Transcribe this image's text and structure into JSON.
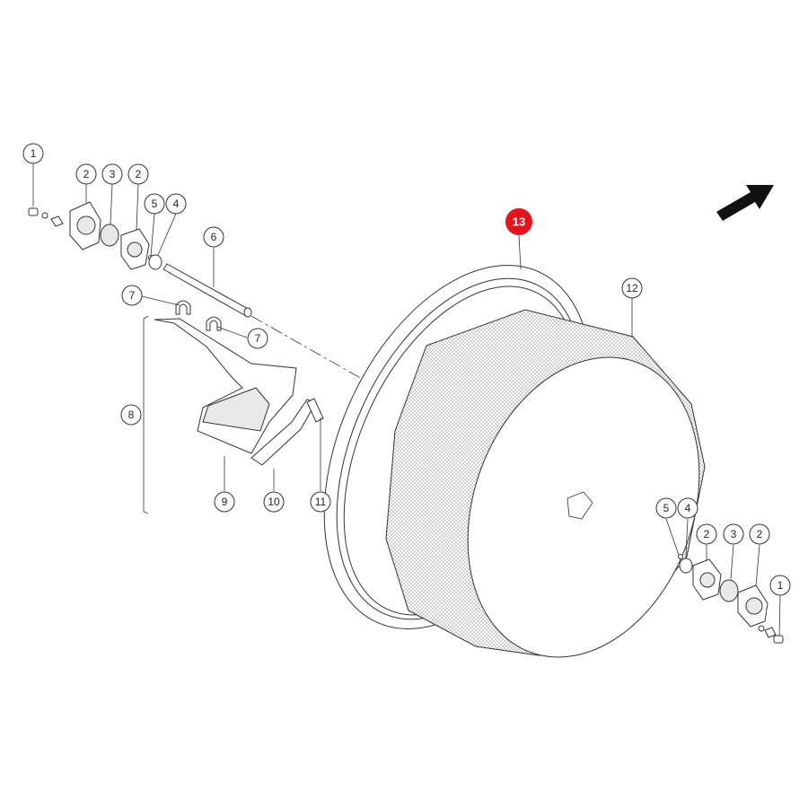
{
  "callouts": [
    {
      "id": "c1a",
      "label": "1"
    },
    {
      "id": "c2a",
      "label": "2"
    },
    {
      "id": "c3a",
      "label": "3"
    },
    {
      "id": "c2b",
      "label": "2"
    },
    {
      "id": "c5a",
      "label": "5"
    },
    {
      "id": "c4a",
      "label": "4"
    },
    {
      "id": "c6",
      "label": "6"
    },
    {
      "id": "c7a",
      "label": "7"
    },
    {
      "id": "c7b",
      "label": "7"
    },
    {
      "id": "c8",
      "label": "8"
    },
    {
      "id": "c9",
      "label": "9"
    },
    {
      "id": "c10",
      "label": "10"
    },
    {
      "id": "c11",
      "label": "11"
    },
    {
      "id": "c12",
      "label": "12"
    },
    {
      "id": "c5b",
      "label": "5"
    },
    {
      "id": "c4b",
      "label": "4"
    },
    {
      "id": "c2c",
      "label": "2"
    },
    {
      "id": "c3b",
      "label": "3"
    },
    {
      "id": "c2d",
      "label": "2"
    },
    {
      "id": "c1b",
      "label": "1"
    }
  ],
  "highlight": {
    "label": "13",
    "color": "#e3141b"
  },
  "colors": {
    "line": "#333333",
    "mesh": "#d6d6d6",
    "background": "#ffffff"
  },
  "icons": {
    "direction_arrow": "arrow-up-right-icon"
  }
}
